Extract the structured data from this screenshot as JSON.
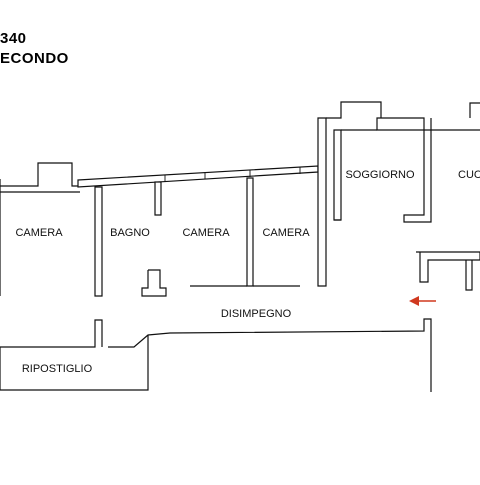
{
  "header": {
    "line1": "340",
    "line2": "ECONDO"
  },
  "rooms": {
    "camera_left": "CAMERA",
    "bagno": "BAGNO",
    "camera_mid": "CAMERA",
    "camera_right": "CAMERA",
    "soggiorno": "SOGGIORNO",
    "cucina": "CUC",
    "disimpegno": "DISIMPEGNO",
    "ripostiglio": "RIPOSTIGLIO"
  },
  "colors": {
    "wall": "#111111",
    "arrow": "#d0391f"
  },
  "icons": {
    "entrance": "entrance-arrow-icon"
  }
}
